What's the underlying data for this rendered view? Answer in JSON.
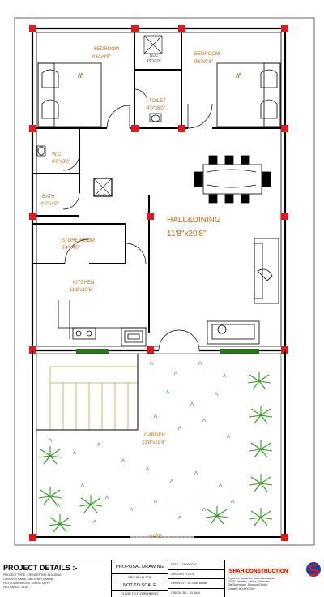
{
  "rooms": {
    "bedroom_left": {
      "name": "BEDROOM",
      "size": "9'6\"x9'8\""
    },
    "bedroom_right": {
      "name": "BEDROOM",
      "size": "9'6\"x9'8\""
    },
    "duct_top": {
      "name": "DUC",
      "size": "4'0\"x3'0\""
    },
    "toilet": {
      "name": "TOILET",
      "size": "4'0\"x6'0\""
    },
    "wc": {
      "name": "W.C.",
      "size": "4'0\"x3'0\""
    },
    "bath": {
      "name": "BATH",
      "size": "4'0\"x4'0\""
    },
    "duct_mid": {
      "name": "DUC"
    },
    "hall": {
      "name": "HALL&DINING",
      "size": "11'8\"x20'8\""
    },
    "store": {
      "name": "STORE ROOM",
      "size": "8'4\"x4'0\""
    },
    "kitchen": {
      "name": "KITCHEN",
      "size": "11'8\"x10'6\""
    },
    "garden": {
      "name": "GARDEN",
      "size": "23'8\"x19'4\""
    },
    "gate": {
      "name": "GATE"
    }
  },
  "title_block": {
    "project_title": "PROJECT DETAILS :-",
    "project_lines": [
      "PROJECT TYPE :-RESIDENTIAL BUILDING",
      "OWNER'S NAME :-MR.SHAH SAHAB",
      "PLOT DIMENSIONS :-25X46 SQ FT",
      "PLOT AREA :-1150"
    ],
    "drawing_status": "PROPOSAL DRAWING",
    "floor": "GROUND FLOOR",
    "scale": "NOT TO SCALE",
    "floor_plan": "FLOOR TO FLOOR HEIGHT",
    "date": "DATE :- 21/09/2023",
    "floor_label": "GROUND FLOOR",
    "drawn_by": "DRWN.BY :- Er.Shah sahab",
    "checked_by": "CHECK. BY :- Er.Shah",
    "company_name": "SHAH CONSTRUCTION",
    "company_lines": [
      "Engineers, Architects, Vastu Consultants",
      "2D/3D, Elevation, Interior, Estimation",
      "Site Supervision, Structural Design",
      "Contact : 98XXXXXX00"
    ]
  }
}
